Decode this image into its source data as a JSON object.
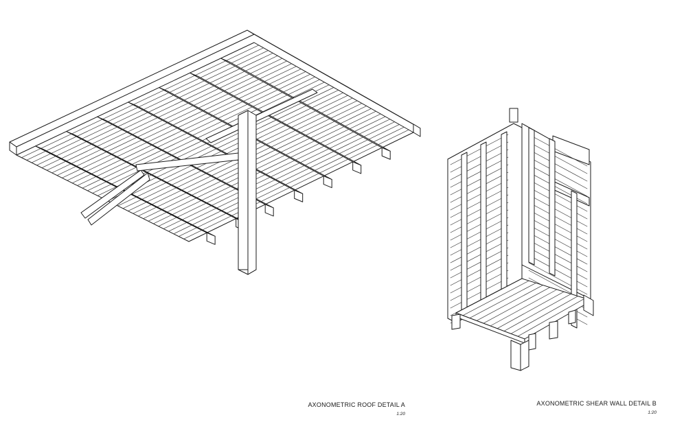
{
  "details": [
    {
      "title": "AXONOMETRIC ROOF DETAIL A",
      "scale": "1:20"
    },
    {
      "title": "AXONOMETRIC SHEAR WALL DETAIL B",
      "scale": "1:20"
    }
  ]
}
